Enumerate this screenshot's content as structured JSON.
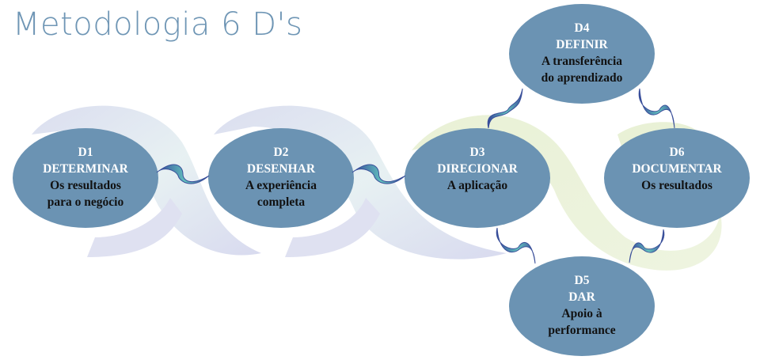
{
  "title": "Metodologia 6 D's",
  "colors": {
    "title": "#6f96b5",
    "node_fill": "#6b93b3",
    "ribbon_lavender": "#dcdff0",
    "ribbon_mint": "#e8f1f0",
    "ribbon_green": "#ecf3dc",
    "connector_dark": "#3a4f9a",
    "connector_light": "#6cc5c0"
  },
  "nodes": [
    {
      "code": "D1",
      "verb": "DETERMINAR",
      "desc": [
        "Os resultados",
        "para o negócio"
      ]
    },
    {
      "code": "D2",
      "verb": "DESENHAR",
      "desc": [
        "A experiência",
        "completa"
      ]
    },
    {
      "code": "D3",
      "verb": "DIRECIONAR",
      "desc": [
        "A aplicação"
      ]
    },
    {
      "code": "D4",
      "verb": "DEFINIR",
      "desc": [
        "A transferência",
        "do aprendizado"
      ]
    },
    {
      "code": "D5",
      "verb": "DAR",
      "desc": [
        "Apoio à",
        "performance"
      ]
    },
    {
      "code": "D6",
      "verb": "DOCUMENTAR",
      "desc": [
        "Os resultados"
      ]
    }
  ],
  "connections": [
    [
      "D1",
      "D2"
    ],
    [
      "D2",
      "D3"
    ],
    [
      "D3",
      "D4"
    ],
    [
      "D4",
      "D6"
    ],
    [
      "D6",
      "D5"
    ],
    [
      "D3",
      "D5"
    ]
  ]
}
